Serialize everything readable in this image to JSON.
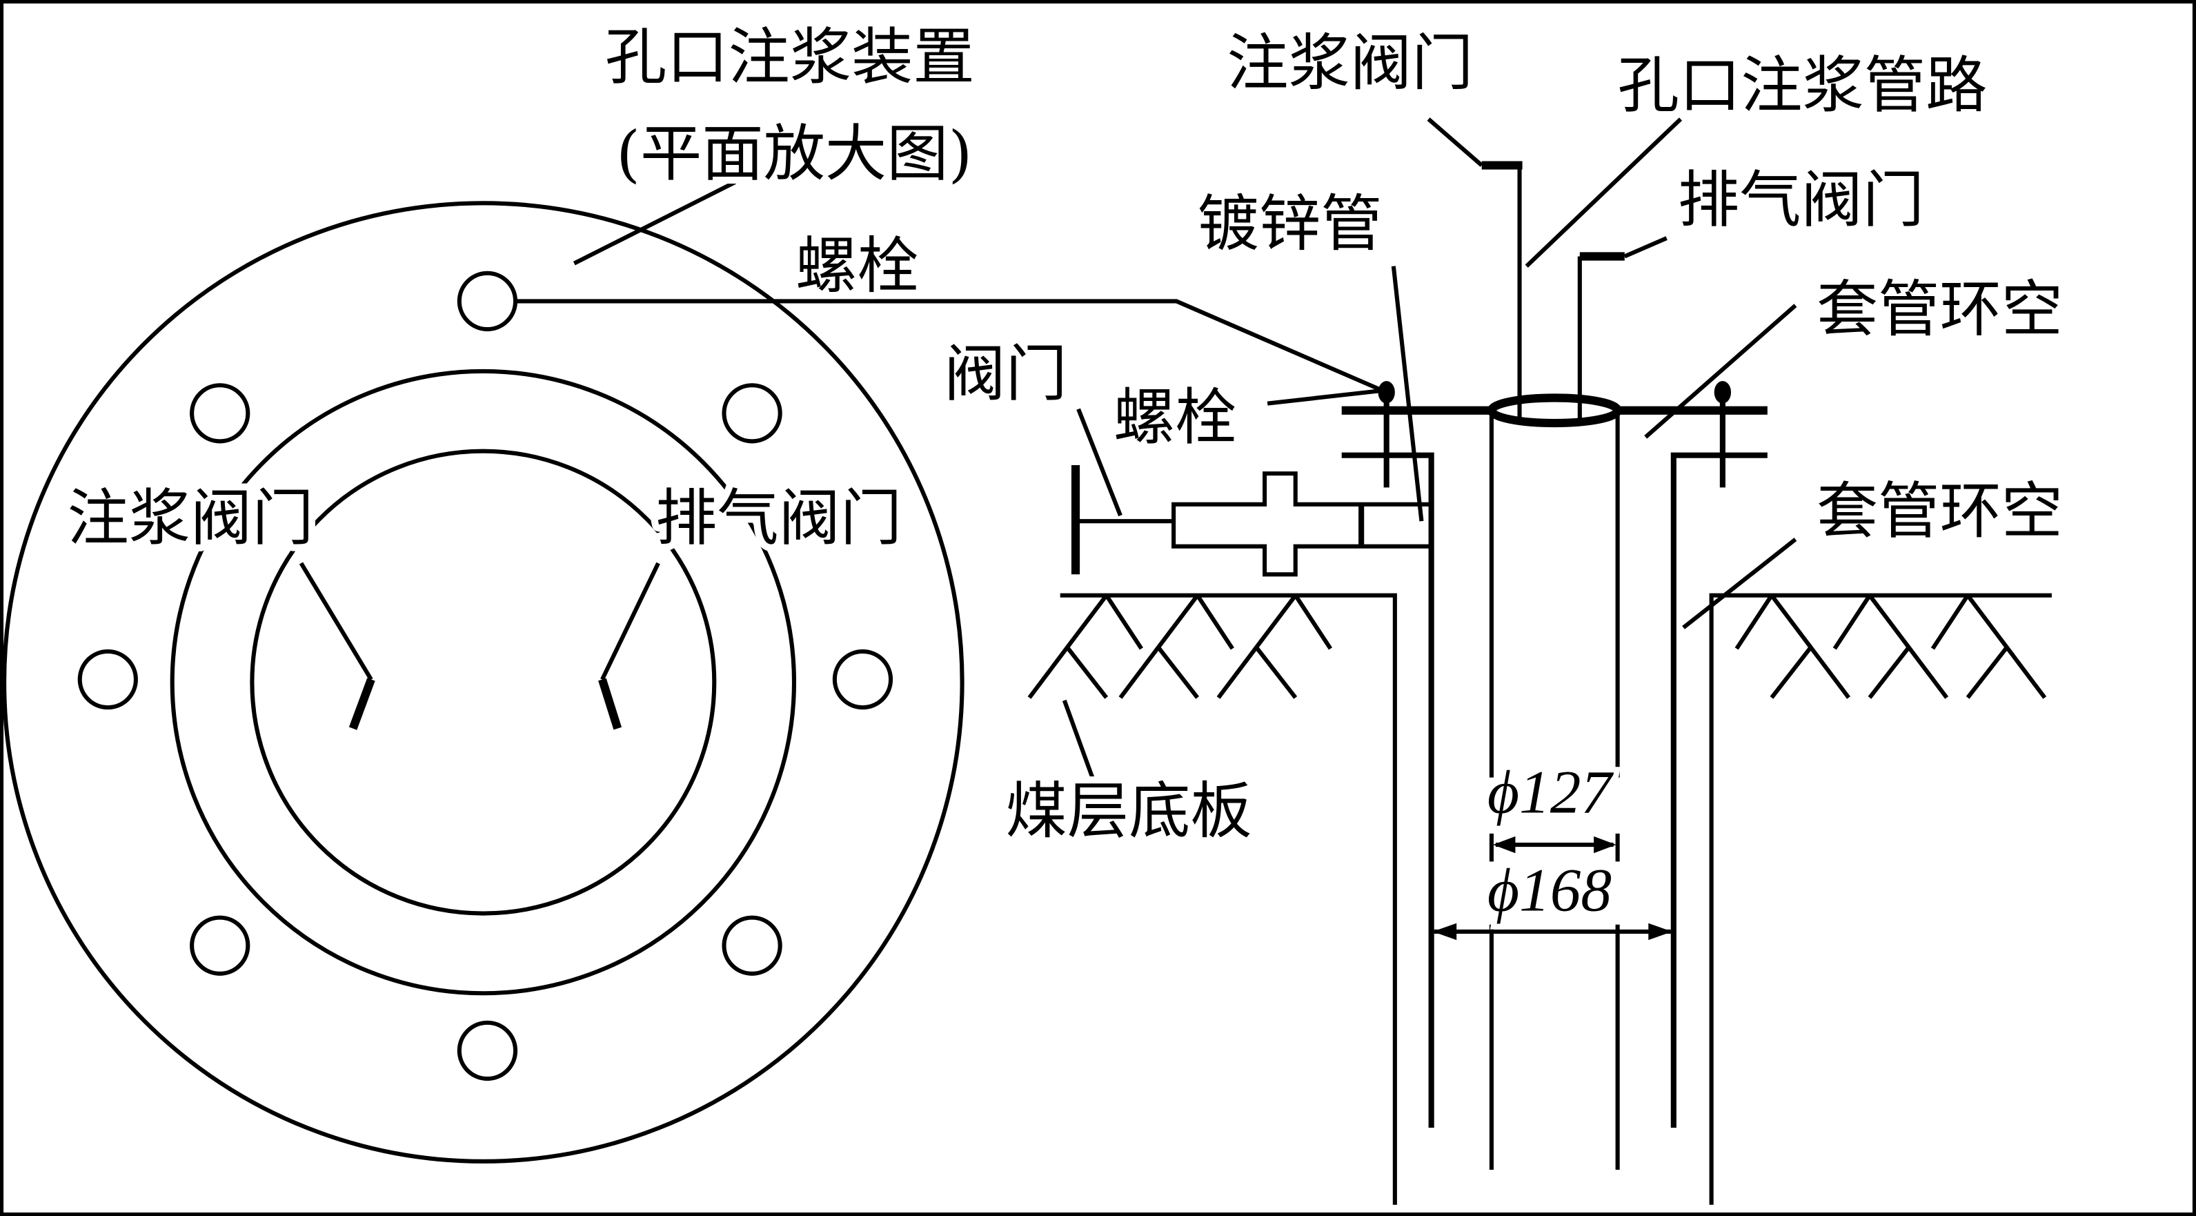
{
  "plan_view": {
    "title_line1": "孔口注浆装置",
    "title_line2": "(平面放大图)",
    "bolt_label": "螺栓",
    "grout_valve_label": "注浆阀门",
    "vent_valve_label": "排气阀门"
  },
  "section_view": {
    "grout_valve_label": "注浆阀门",
    "grout_pipeline_label": "孔口注浆管路",
    "vent_valve_label": "排气阀门",
    "galvanized_pipe_label": "镀锌管",
    "casing_annulus_label_1": "套管环空",
    "casing_annulus_label_2": "套管环空",
    "valve_label": "阀门",
    "bolt_label": "螺栓",
    "coal_floor_label": "煤层底板",
    "inner_diameter_label": "ϕ127",
    "outer_diameter_label": "ϕ168"
  },
  "colors": {
    "line": "#000000",
    "background": "#ffffff"
  }
}
